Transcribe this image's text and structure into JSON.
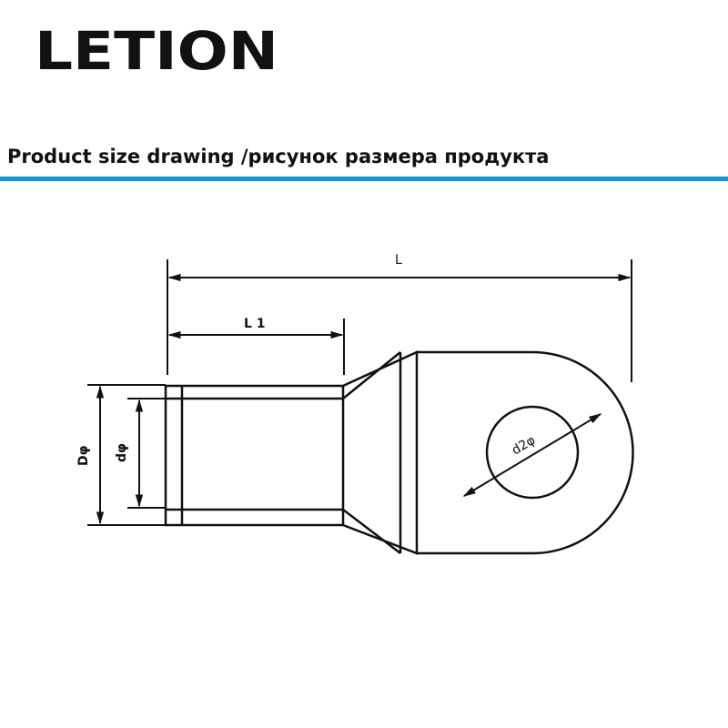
{
  "brand": {
    "name": "LETION"
  },
  "section": {
    "title": "Product size drawing /рисунок размера продукта"
  },
  "drawing": {
    "labels": {
      "overall_length": "L",
      "barrel_length": "L 1",
      "outer_diameter": "Dφ",
      "inner_diameter": "dφ",
      "hole_diameter": "d2φ"
    }
  },
  "colors": {
    "accent_rule": "#1c8fd6",
    "line": "#111111",
    "text": "#111111"
  }
}
